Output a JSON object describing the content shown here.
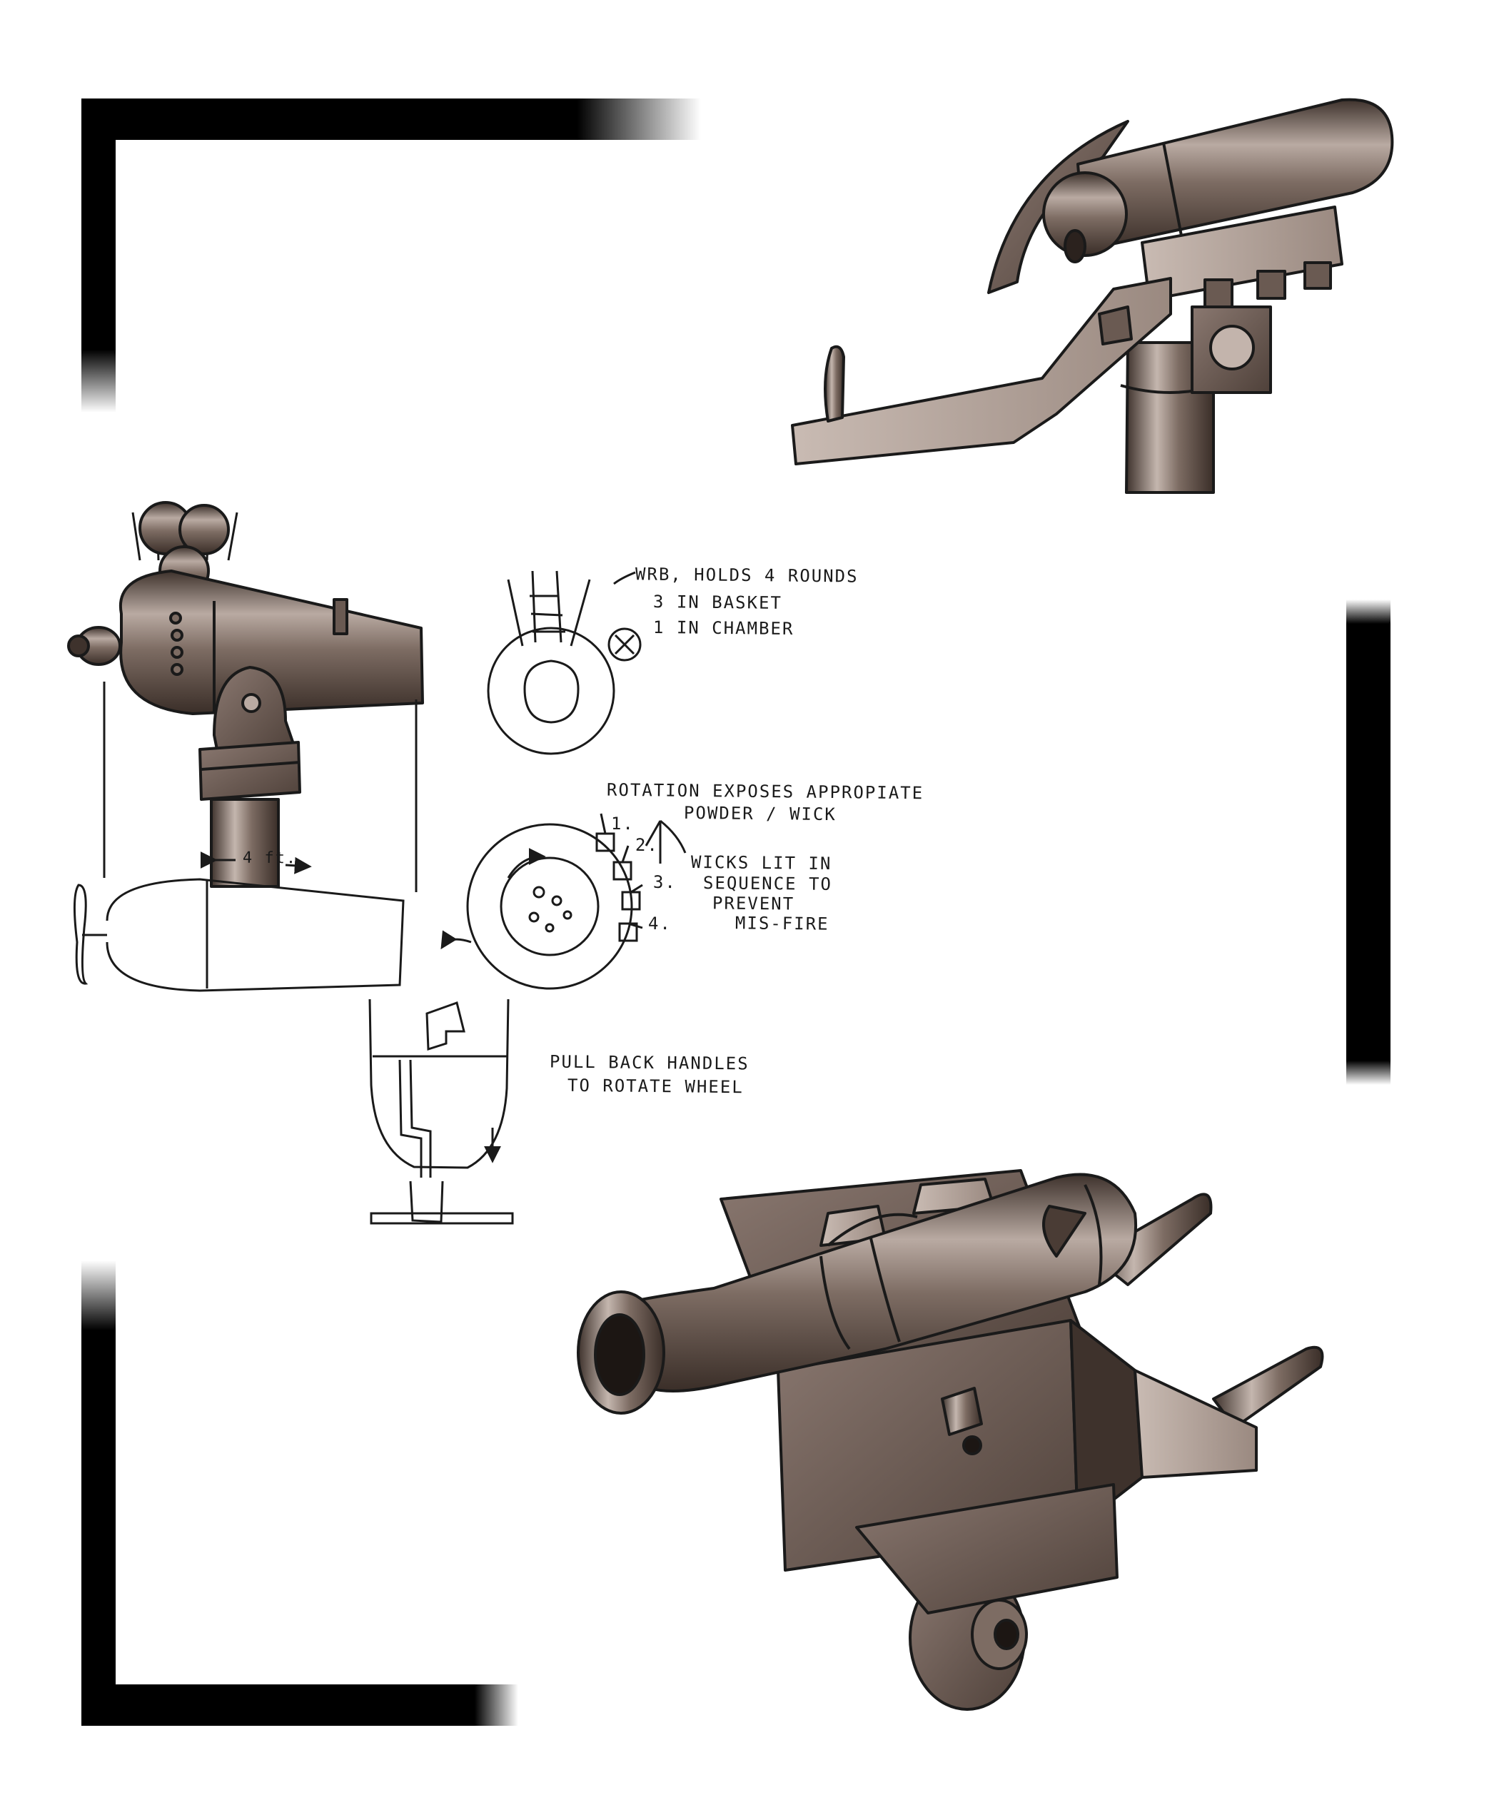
{
  "annotations": {
    "basket": {
      "line1": "WRB, HOLDS 4 ROUNDS",
      "line2": "3 IN BASKET",
      "line3": "1 IN CHAMBER"
    },
    "rotation": {
      "line1": "ROTATION EXPOSES APPROPIATE",
      "line2": "POWDER / WICK"
    },
    "wicks": {
      "line1": "WICKS LIT IN",
      "line2": "SEQUENCE TO",
      "line3": "PREVENT",
      "line4": "MIS-FIRE"
    },
    "numbers": [
      "1.",
      "2.",
      "3.",
      "4."
    ],
    "handles": {
      "line1": "PULL BACK HANDLES",
      "line2": "TO ROTATE WHEEL"
    },
    "dimension": "4 ft."
  },
  "colors": {
    "ink": "#1a1a1a",
    "marker_dark": "#4a3c35",
    "marker_mid": "#7d6c63",
    "marker_light": "#b9aaa2",
    "frame": "#000000"
  }
}
